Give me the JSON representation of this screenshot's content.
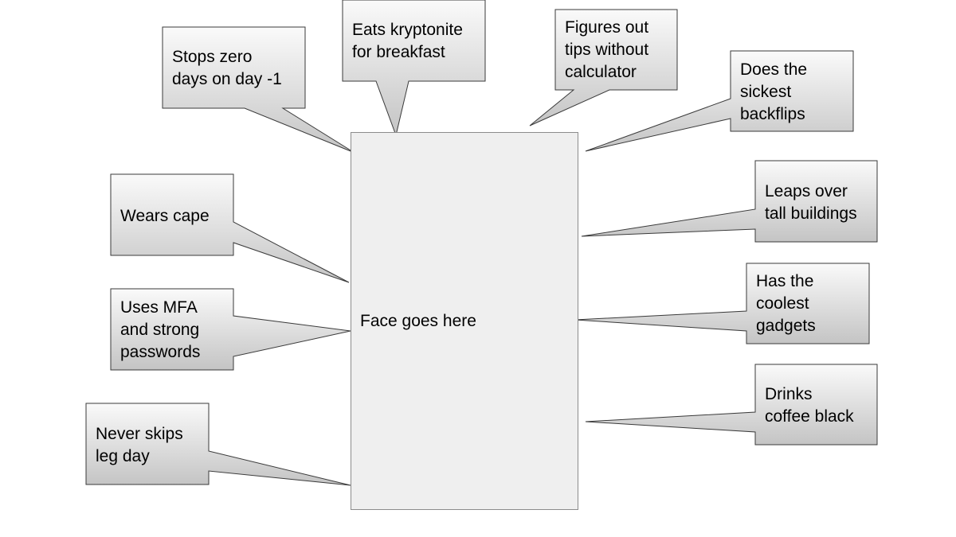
{
  "face": {
    "label": "Face goes here"
  },
  "callouts": [
    {
      "id": "stops-zero-days",
      "text": "Stops zero\ndays on day -1"
    },
    {
      "id": "eats-kryptonite",
      "text": "Eats kryptonite\nfor breakfast"
    },
    {
      "id": "figures-out-tips",
      "text": "Figures out\ntips without\ncalculator"
    },
    {
      "id": "sickest-backflips",
      "text": "Does the\nsickest\nbackflips"
    },
    {
      "id": "wears-cape",
      "text": "Wears cape"
    },
    {
      "id": "leaps-buildings",
      "text": "Leaps over\ntall buildings"
    },
    {
      "id": "uses-mfa",
      "text": "Uses MFA\nand strong\npasswords"
    },
    {
      "id": "coolest-gadgets",
      "text": "Has the\ncoolest\ngadgets"
    },
    {
      "id": "never-skips-leg-day",
      "text": "Never skips\nleg day"
    },
    {
      "id": "drinks-coffee-black",
      "text": "Drinks\ncoffee black"
    }
  ],
  "colors": {
    "callout_fill_top": "#fafafa",
    "callout_fill_bottom": "#c4c4c4",
    "callout_stroke": "#3a3a3a",
    "face_fill": "#efefef",
    "face_stroke": "#8c8c8c"
  }
}
